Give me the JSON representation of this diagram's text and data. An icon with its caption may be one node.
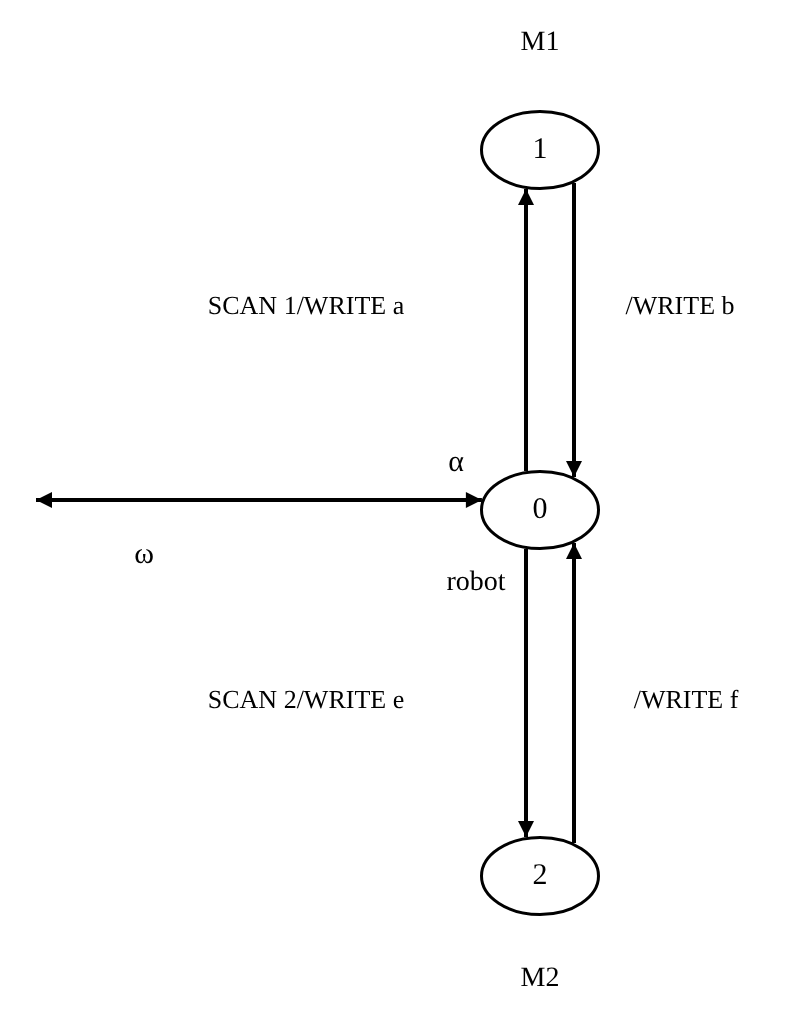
{
  "diagram": {
    "nodes": [
      {
        "text": [
          "1"
        ],
        "beside": [
          "M1"
        ]
      },
      {
        "text": [
          "0"
        ],
        "beside": [
          "robot"
        ]
      },
      {
        "text": [
          "2"
        ],
        "beside": [
          "M2"
        ]
      }
    ],
    "edges": [
      {
        "from": 1,
        "to": 0,
        "arrow": "to",
        "label": "SCAN 1/WRITE a"
      },
      {
        "from": 0,
        "to": 1,
        "arrow": "to",
        "label": "/WRITE b"
      },
      {
        "from": 1,
        "to": 2,
        "arrow": "to",
        "label": "SCAN 2/WRITE e"
      },
      {
        "from": 2,
        "to": 1,
        "arrow": "to",
        "label": "/WRITE f"
      },
      {
        "from": null,
        "to": 1,
        "arrow": "both"
      }
    ],
    "labels": [
      "α",
      "ω"
    ]
  }
}
